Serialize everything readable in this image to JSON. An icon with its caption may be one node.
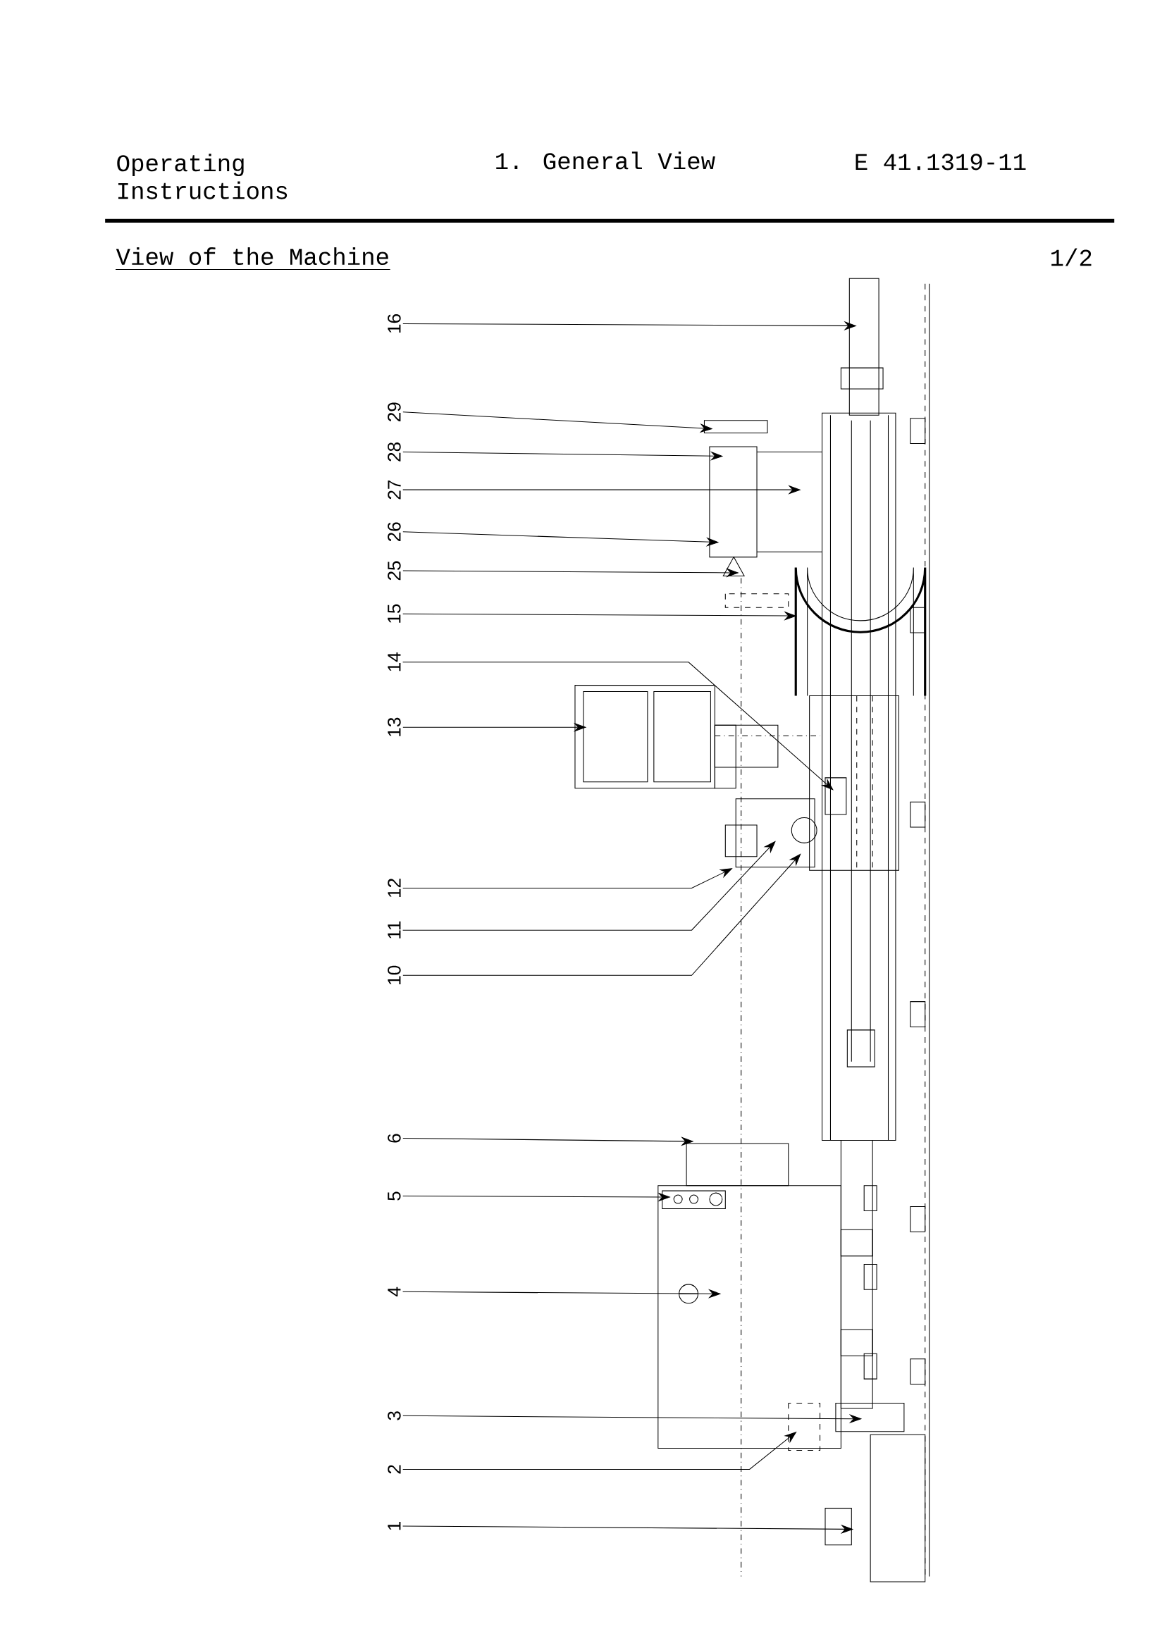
{
  "diagram": {
    "title": "1. General View",
    "nodes": [
      {
        "text": [
          "16"
        ]
      },
      {
        "text": [
          "29"
        ]
      },
      {
        "text": [
          "28"
        ]
      },
      {
        "text": [
          "27"
        ]
      },
      {
        "text": [
          "26"
        ]
      },
      {
        "text": [
          "25"
        ]
      },
      {
        "text": [
          "15"
        ]
      },
      {
        "text": [
          "14"
        ]
      },
      {
        "text": [
          "13"
        ]
      },
      {
        "text": [
          "12"
        ]
      },
      {
        "text": [
          "11"
        ]
      },
      {
        "text": [
          "10"
        ]
      },
      {
        "text": [
          "6"
        ]
      },
      {
        "text": [
          "5"
        ]
      },
      {
        "text": [
          "4"
        ]
      },
      {
        "text": [
          "3"
        ]
      },
      {
        "text": [
          "2"
        ]
      },
      {
        "text": [
          "1"
        ]
      }
    ],
    "edges": [
      {
        "from": 0,
        "to": null,
        "arrow": "to"
      },
      {
        "from": 1,
        "to": null,
        "arrow": "to"
      },
      {
        "from": 2,
        "to": null,
        "arrow": "to"
      },
      {
        "from": 3,
        "to": null,
        "arrow": "to"
      },
      {
        "from": 4,
        "to": null,
        "arrow": "to"
      },
      {
        "from": 5,
        "to": null,
        "arrow": "to"
      },
      {
        "from": 6,
        "to": null,
        "arrow": "to"
      },
      {
        "from": 7,
        "to": null,
        "arrow": "to"
      },
      {
        "from": 8,
        "to": null,
        "arrow": "to"
      },
      {
        "from": 9,
        "to": null,
        "arrow": "to"
      },
      {
        "from": 10,
        "to": null,
        "arrow": "to"
      },
      {
        "from": 11,
        "to": null,
        "arrow": "to"
      },
      {
        "from": 12,
        "to": null,
        "arrow": "to"
      },
      {
        "from": 13,
        "to": null,
        "arrow": "to"
      },
      {
        "from": 14,
        "to": null,
        "arrow": "to"
      },
      {
        "from": 15,
        "to": null,
        "arrow": "to"
      },
      {
        "from": 16,
        "to": null,
        "arrow": "to"
      },
      {
        "from": 17,
        "to": null,
        "arrow": "to"
      }
    ],
    "labels": [
      "Operating Instructions",
      "E 41.1319-11",
      "View of the Machine",
      "1/2"
    ]
  }
}
